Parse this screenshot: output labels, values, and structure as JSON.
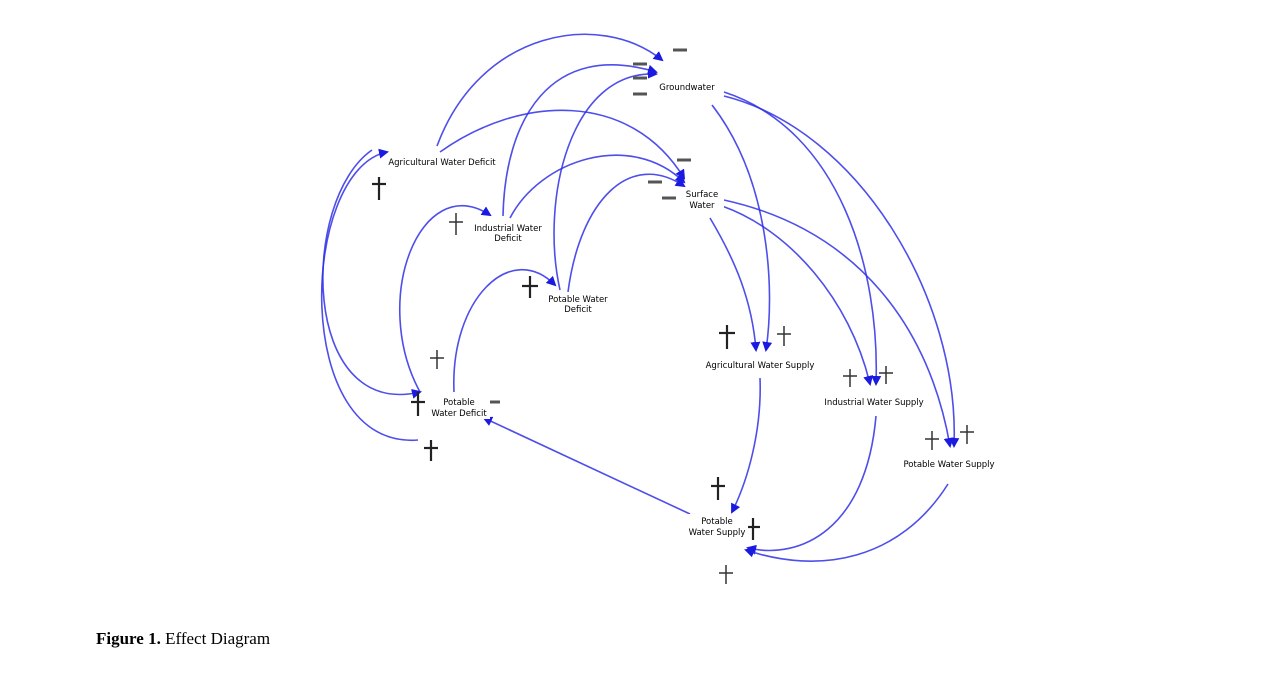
{
  "nodes": {
    "groundwater": "Groundwater",
    "surface_water_l1": "Surface",
    "surface_water_l2": "Water",
    "agri_deficit": "Agricultural Water Deficit",
    "ind_deficit_l1": "Industrial Water",
    "ind_deficit_l2": "Deficit",
    "pot_deficit_l1": "Potable Water",
    "pot_deficit_l2": "Deficit",
    "pot_deficit2_l1": "Potable",
    "pot_deficit2_l2": "Water Deficit",
    "agri_supply": "Agricultural Water Supply",
    "ind_supply": "Industrial Water Supply",
    "pot_supply": "Potable Water Supply",
    "pot_supply2_l1": "Potable",
    "pot_supply2_l2": "Water Supply"
  },
  "caption": {
    "label": "Figure 1.",
    "text": "Effect Diagram"
  },
  "colors": {
    "edge": "#2f2fe8"
  }
}
